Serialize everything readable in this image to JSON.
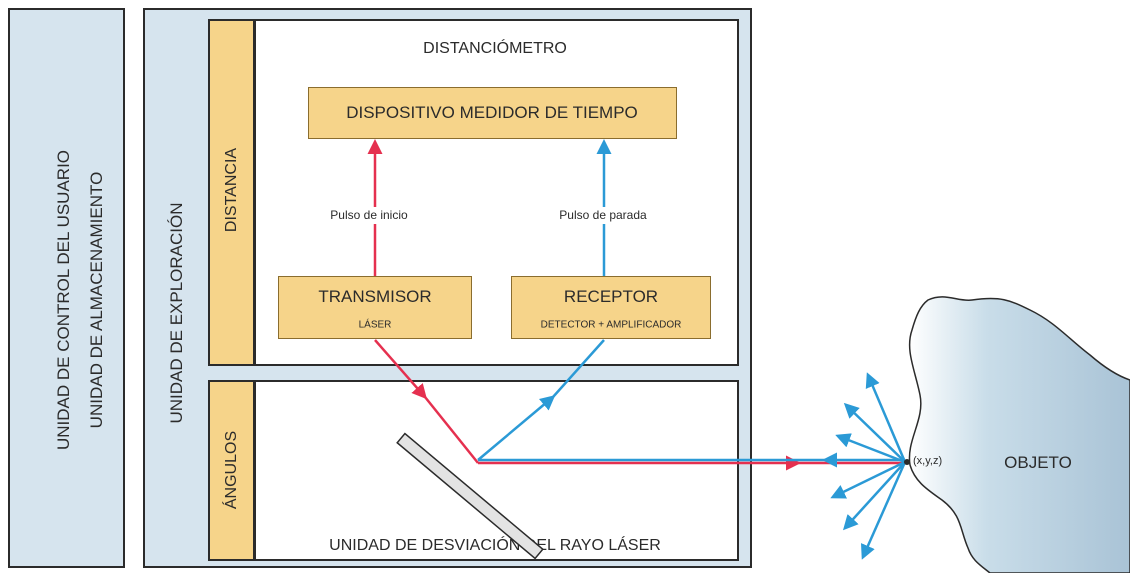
{
  "left_panel": {
    "line1": "UNIDAD DE CONTROL DEL USUARIO",
    "line2": "UNIDAD DE ALMACENAMIENTO"
  },
  "exploration_unit": {
    "label": "UNIDAD DE EXPLORACIÓN"
  },
  "distance_section": {
    "side_label": "DISTANCIA",
    "title": "DISTANCIÓMETRO",
    "timer_box": "DISPOSITIVO MEDIDOR DE TIEMPO",
    "start_pulse": "Pulso de inicio",
    "stop_pulse": "Pulso de parada",
    "transmitter": {
      "title": "TRANSMISOR",
      "subtitle": "LÁSER"
    },
    "receiver": {
      "title": "RECEPTOR",
      "subtitle": "DETECTOR + AMPLIFICADOR"
    }
  },
  "angle_section": {
    "side_label": "ÁNGULOS",
    "title": "UNIDAD DE DESVIACIÓN DEL RAYO LÁSER"
  },
  "object": {
    "label": "OBJETO",
    "point_label": "(x,y,z)"
  },
  "colors": {
    "laser_red": "#e5304f",
    "return_blue": "#2b9ad6",
    "panel_blue": "#d6e4ee",
    "box_yellow": "#f6d48a",
    "object_fill": "#c9dde9"
  }
}
